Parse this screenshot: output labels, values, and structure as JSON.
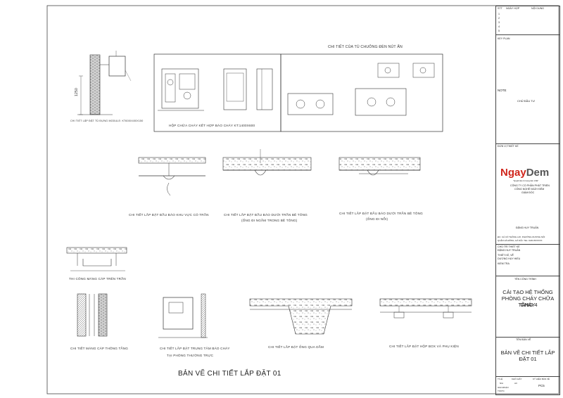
{
  "sheet": {
    "main_title": "BẢN VẼ CHI TIẾT LẮP ĐẶT 01",
    "captions": {
      "module_wall": "CHI TIẾT LẮP ĐẶT TỦ ĐỰNG MODULE: KT600X400X150",
      "cabinet_main": "HỘP CHỮA CHÁY KẾT HỢP BÁO CHÁY KT:1400X600",
      "cabinet_bell_title": "CHI TIẾT CỦA TỦ CHUÔNG ĐÈN NÚT ẤN",
      "detector_false_ceiling": "CHI TIẾT LẮP ĐẶT ĐẦU BÁO KHU VỰC CÓ TRẦN",
      "detector_concrete_embedded_1": "CHI TIẾT LẮP ĐẶT ĐẦU BÁO DƯỚI TRẦN BÊ TÔNG",
      "detector_concrete_embedded_2": "(ỐNG ĐI NGẦM TRONG BÊ TÔNG)",
      "detector_concrete_surface_1": "CHI TIẾT LẮP ĐẶT ĐẦU BÁO DƯỚI TRẦN BÊ TÔNG",
      "detector_concrete_surface_2": "(ỐNG ĐI NỔI)",
      "tray_ceiling": "THI CÔNG MÁNG CÁP TRÊN TRẦN",
      "tray_vertical": "CHI TIẾT MÁNG CÁP THÔNG TẦNG",
      "central_panel_1": "CHI TIẾT LẮP ĐẶT TRUNG TÂM BÁO CHÁY",
      "central_panel_2": "TẠI PHÒNG THƯỜNG TRỰC",
      "pipe_beam": "CHI TIẾT LẮP ĐẶT ỐNG QUA DẦM",
      "box_accessories": "CHI TIẾT LẮP ĐẶT HỘP BOX VÀ PHỤ KIỆN",
      "dim_height": "1250"
    }
  },
  "title_block": {
    "rev_headers": [
      "STT",
      "NGÀY HỢP",
      "NỘI DUNG"
    ],
    "rev_numbers": [
      "1",
      "2",
      "3",
      "4",
      "5"
    ],
    "key_plan": "KEY PLAN",
    "note_label": "NOTE",
    "owner_label": "CHỦ ĐẦU TƯ",
    "designer_label": "ĐƠN VỊ THIẾT KẾ",
    "logo_a": "Ngay",
    "logo_b": "Dem",
    "logo_tagline": "\"Quyết tâm & trọng tâm chất\"",
    "company_1": "CÔNG TY CỔ PHẦN PHÁT TRIỂN",
    "company_2": "CÔNG NGHỆ NGÀY ĐÊM",
    "company_3": "GIÁM ĐỐC",
    "director_name": "ĐẶNG HUY TRUẤN",
    "address_1": "ĐC: CÁ CỔ THÔNG LỢI, PHƯỜNG DƯƠNG NỘI",
    "address_2": "QUẬN HÀ ĐÔNG, HÀ NỘI. TEL: 0243.8XXXXX",
    "role_1": "CHỦ TRÌ THIẾT KẾ",
    "name_1": "ĐẶNG HUY TRUẤN",
    "role_2": "THIẾT KẾ, VẼ",
    "name_2": "DƯƠNG HUY HIẾU",
    "role_3": "KIỂM TRA",
    "project_label": "TÊN CÔNG TRÌNH",
    "project_1": "CẢI TẠO HỆ THỐNG",
    "project_2": "PHÒNG CHÁY CHỮA CHÁY",
    "project_3": "TẦNG 4",
    "drawing_label": "TÊN BẢN VẼ",
    "drawing_1": "BẢN VẼ CHI TIẾT LẮP",
    "drawing_2": "ĐẶT 01",
    "scale_label": "TỈ LỆ",
    "scale_value": "N/A",
    "paper_label": "KHỔ GIẤY",
    "paper_value": "A3",
    "sheet_no_label": "KÝ HIỆU BẢN VẼ",
    "sheet_no": "PC5",
    "date_label": "GIAI ĐOẠN",
    "date_value": "TKKTC"
  },
  "colors": {
    "line": "#333333",
    "brand_red": "#d0261c",
    "brand_grey": "#555555",
    "hatch": "#666666"
  }
}
